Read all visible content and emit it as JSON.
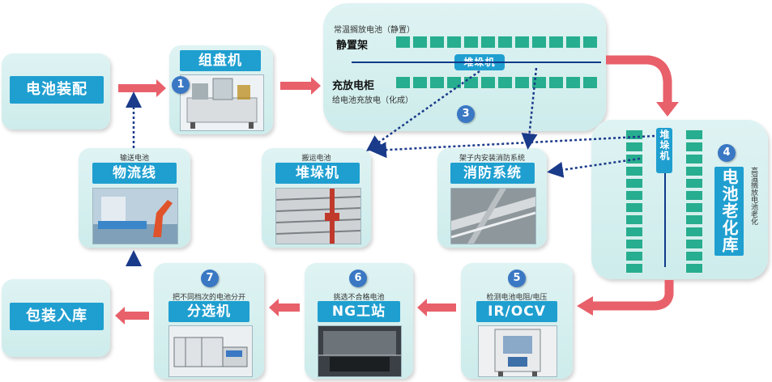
{
  "nodes": {
    "battery_assembly": {
      "label": "电池装配"
    },
    "group_machine": {
      "label": "组盘机",
      "step": "1"
    },
    "rack_area": {
      "top_caption": "常温搁放电池（静置）",
      "shelf_label": "静置架",
      "stacker_label": "堆垛机",
      "cabinet_label": "充放电柜",
      "bottom_caption": "给电池充放电（化成）",
      "step": "3"
    },
    "logistics": {
      "caption": "输送电池",
      "label": "物流线"
    },
    "stacker2": {
      "caption": "搬运电池",
      "label": "堆垛机"
    },
    "fire_system": {
      "caption": "架子内安装消防系统",
      "label": "消防系统"
    },
    "aging_warehouse": {
      "step": "4",
      "stacker_label": "堆垛机",
      "label": "电池老化库",
      "side_caption": "高温搁放电池老化"
    },
    "ir_ocv": {
      "step": "5",
      "caption": "检测电池电阻/电压",
      "label": "IR/OCV"
    },
    "ng_station": {
      "step": "6",
      "caption": "挑选不合格电池",
      "label": "NG工站"
    },
    "sorter": {
      "step": "7",
      "caption": "把不同档次的电池分开",
      "label": "分选机"
    },
    "packing": {
      "label": "包装入库"
    }
  },
  "colors": {
    "box_bg": "#d6efef",
    "label_bg": "#1f9fd0",
    "flow_arrow": "#e8606a",
    "dotted_arrow": "#1a3a8a",
    "rack_cell": "#27ad8f",
    "step_circle": "#3a78c4"
  }
}
